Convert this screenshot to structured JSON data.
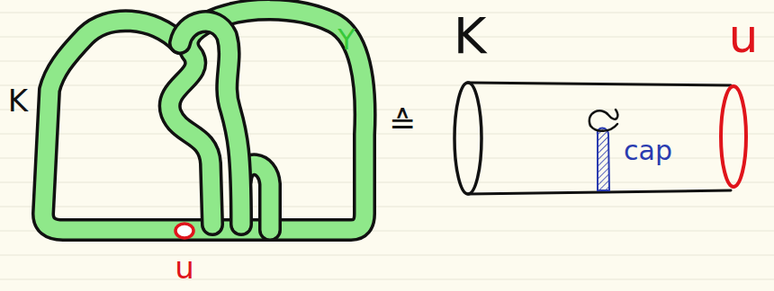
{
  "diagram": {
    "labels": [
      "K",
      "Y",
      "u",
      "≙",
      "K",
      "u",
      "cap"
    ]
  }
}
